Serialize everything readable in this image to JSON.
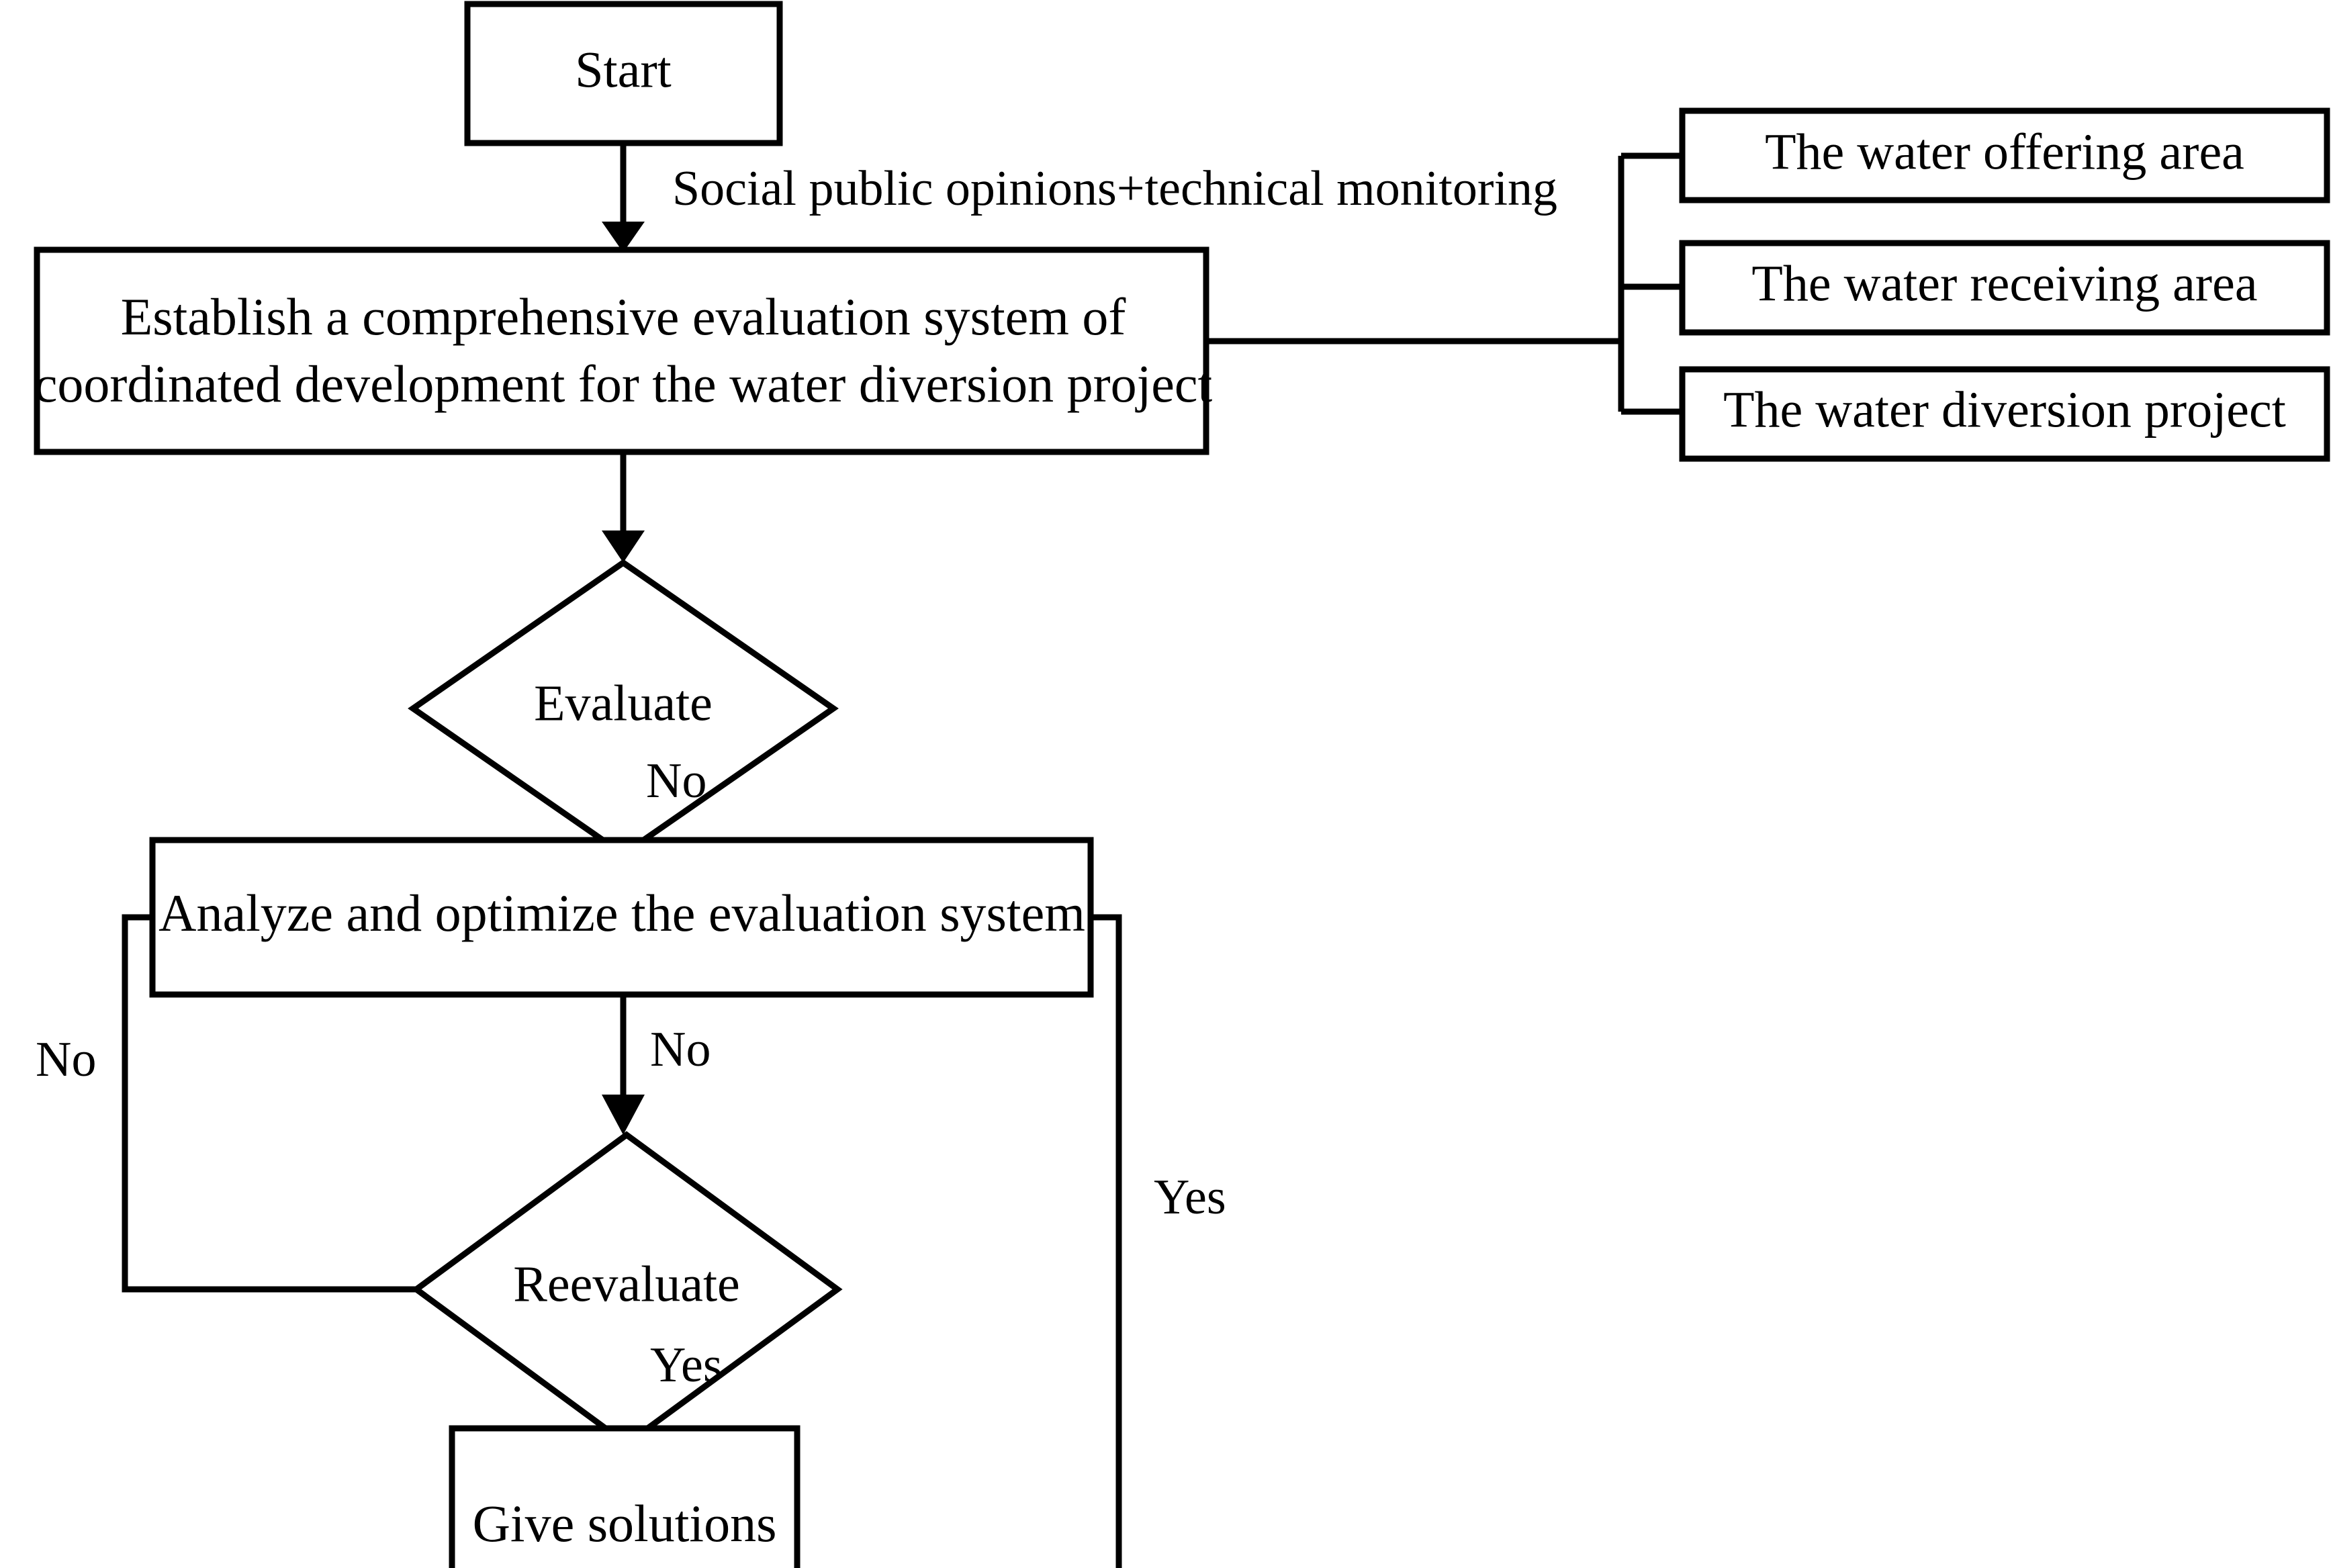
{
  "diagram": {
    "type": "flowchart",
    "title": "",
    "background_color": "#FFFFFF",
    "line_color": "#000000",
    "text_color": "#000000",
    "nodes": {
      "start": {
        "label": "Start",
        "shape": "rectangle"
      },
      "establish": {
        "label_line1": "Establish a comprehensive evaluation system of",
        "label_line2": "coordinated development for the water diversion project",
        "shape": "rectangle"
      },
      "evaluate": {
        "label": "Evaluate",
        "shape": "diamond"
      },
      "analyze": {
        "label": "Analyze and optimize the evaluation system",
        "shape": "rectangle"
      },
      "reevaluate": {
        "label": "Reevaluate",
        "shape": "diamond"
      },
      "give_solutions": {
        "label": "Give solutions",
        "shape": "rectangle"
      },
      "water_offering": {
        "label": "The water offering area",
        "shape": "rectangle"
      },
      "water_receiving": {
        "label": "The water receiving area",
        "shape": "rectangle"
      },
      "water_diversion": {
        "label": "The water diversion project",
        "shape": "rectangle"
      }
    },
    "edge_labels": {
      "start_to_establish": "Social public opinions+technical monitoring",
      "evaluate_no": "No",
      "analyze_no": "No",
      "reevaluate_no": "No",
      "reevaluate_yes": "Yes",
      "solutions_yes": "Yes"
    }
  }
}
